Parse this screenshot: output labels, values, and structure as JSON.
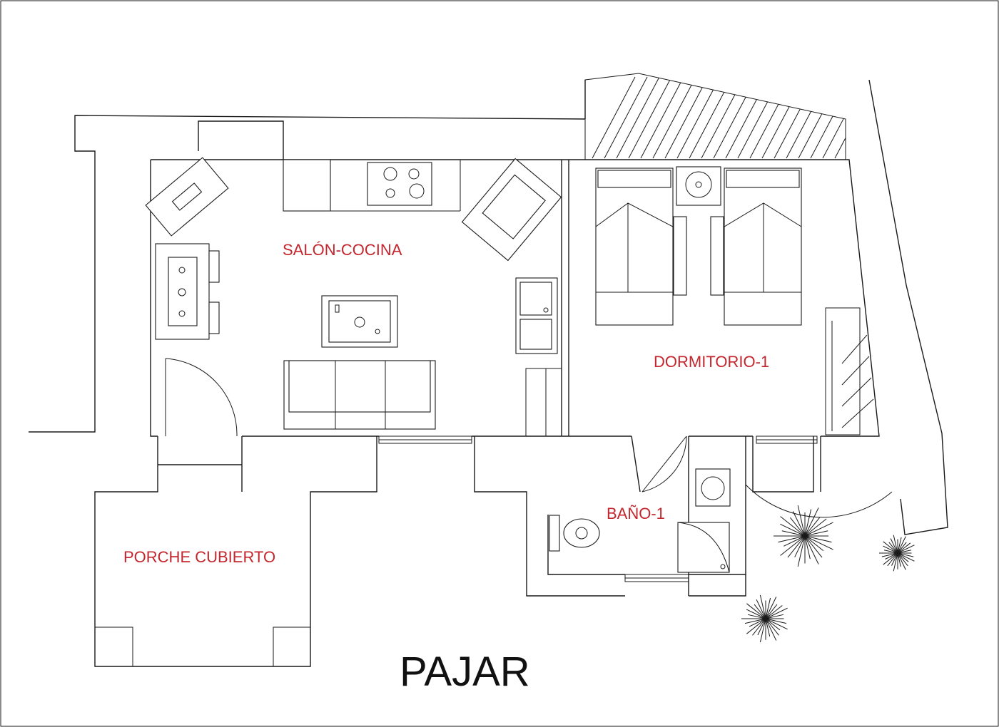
{
  "rooms": {
    "salon_cocina": "SALÓN-COCINA",
    "dormitorio": "DORMITORIO-1",
    "bano": "BAÑO-1",
    "porche": "PORCHE CUBIERTO"
  },
  "title": "PAJAR",
  "colors": {
    "room_label": "#c4262e",
    "title": "#111111",
    "line": "#1a1a1a",
    "background": "#ffffff"
  }
}
